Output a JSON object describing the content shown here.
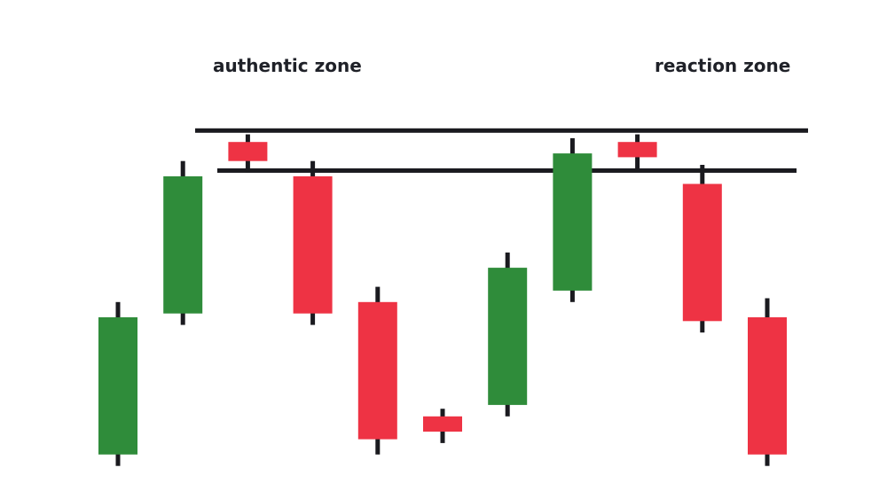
{
  "chart_data": {
    "type": "candlestick",
    "title": "",
    "xlabel": "",
    "ylabel": "",
    "colors": {
      "bullish": "#2f8c3a",
      "bearish": "#ee3344",
      "wick": "#1a1a1f",
      "level": "#1a1a1f",
      "label": "#1f2128"
    },
    "ylim": [
      0,
      100
    ],
    "candles": [
      {
        "open": 4,
        "close": 40,
        "high": 44,
        "low": 1,
        "direction": "up"
      },
      {
        "open": 41,
        "close": 77,
        "high": 81,
        "low": 38,
        "direction": "up"
      },
      {
        "open": 86,
        "close": 81,
        "high": 88,
        "low": 78,
        "direction": "down"
      },
      {
        "open": 77,
        "close": 41,
        "high": 81,
        "low": 38,
        "direction": "down"
      },
      {
        "open": 44,
        "close": 8,
        "high": 48,
        "low": 4,
        "direction": "down"
      },
      {
        "open": 14,
        "close": 10,
        "high": 16,
        "low": 7,
        "direction": "down"
      },
      {
        "open": 17,
        "close": 53,
        "high": 57,
        "low": 14,
        "direction": "up"
      },
      {
        "open": 47,
        "close": 83,
        "high": 87,
        "low": 44,
        "direction": "up"
      },
      {
        "open": 86,
        "close": 82,
        "high": 88,
        "low": 79,
        "direction": "down"
      },
      {
        "open": 75,
        "close": 39,
        "high": 80,
        "low": 36,
        "direction": "down"
      },
      {
        "open": 40,
        "close": 4,
        "high": 45,
        "low": 1,
        "direction": "down"
      }
    ],
    "levels": [
      {
        "value": 89
      },
      {
        "value": 78.5
      }
    ],
    "annotations": [
      {
        "text": "authentic zone"
      },
      {
        "text": "reaction zone"
      }
    ]
  }
}
